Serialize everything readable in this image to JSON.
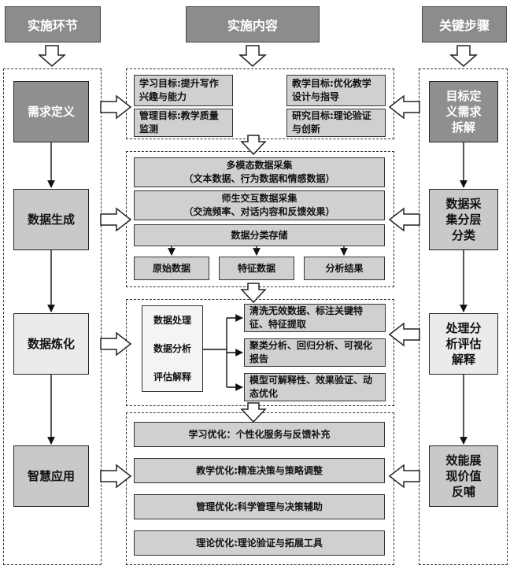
{
  "headers": {
    "left": "实施环节",
    "middle": "实施内容",
    "right": "关键步骤"
  },
  "stages": [
    "需求定义",
    "数据生成",
    "数据炼化",
    "智慧应用"
  ],
  "key_steps": [
    "目标定义需求拆解",
    "数据采集分层分类",
    "处理分析评估解释",
    "效能展现价值反哺"
  ],
  "section1": {
    "learning_goal": "学习目标:提升写作兴趣与能力",
    "teaching_goal": "教学目标:优化教学设计与指导",
    "management_goal": "管理目标:教学质量监测",
    "research_goal": "研究目标:理论验证与创新"
  },
  "section2": {
    "multimodal_title": "多模态数据采集",
    "multimodal_detail": "（文本数据、行为数据和情感数据）",
    "interaction_title": "师生交互数据采集",
    "interaction_detail": "（交流频率、对话内容和反馈效果）",
    "storage": "数据分类存储",
    "raw": "原始数据",
    "feature": "特征数据",
    "result": "分析结果"
  },
  "section3": {
    "process": "数据处理",
    "analysis": "数据分析",
    "evaluate": "评估解释",
    "clean": "清洗无效数据、标注关键特征、特征提取",
    "cluster": "聚类分析、回归分析、可视化报告",
    "model": "模型可解释性、效果验证、动态优化"
  },
  "section4": {
    "learning_opt": "学习优化：个性化服务与反馈补充",
    "teaching_opt": "教学优化:精准决策与策略调整",
    "management_opt": "管理优化:科学管理与决策辅助",
    "theory_opt": "理论优化:理论验证与拓展工具"
  }
}
